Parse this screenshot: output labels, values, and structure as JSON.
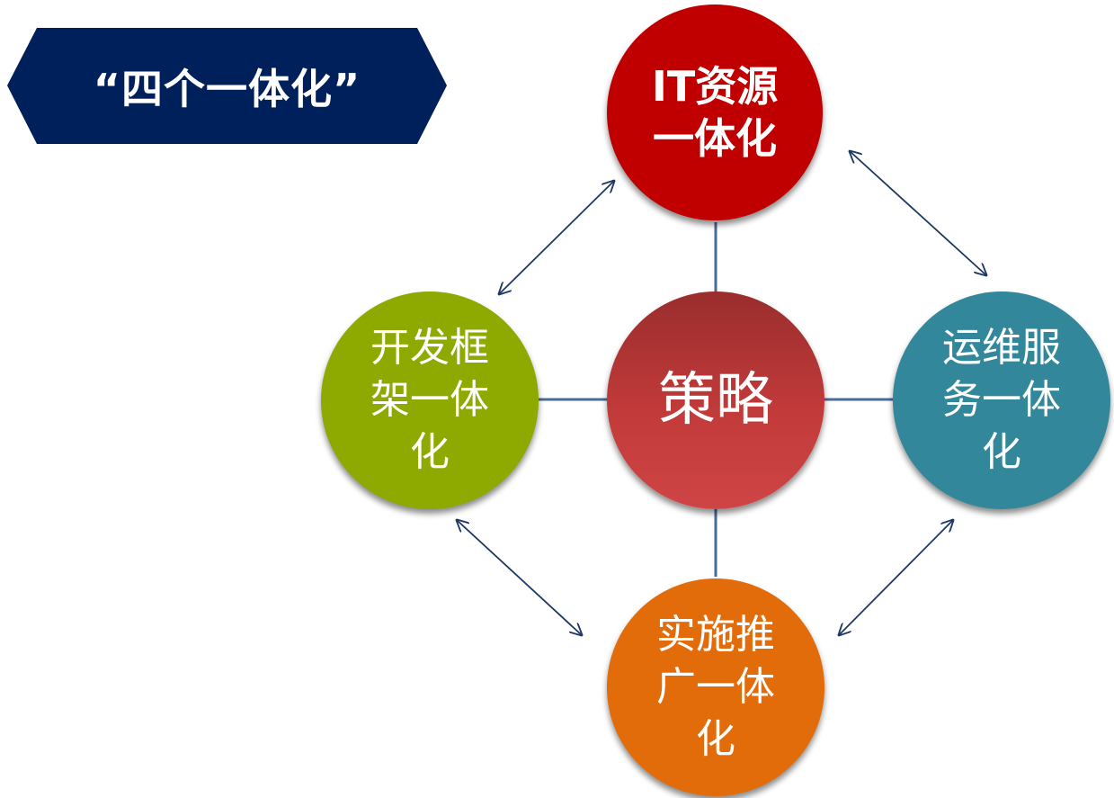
{
  "banner": {
    "title": "“四个一体化”",
    "color": "#00205b"
  },
  "nodes": {
    "it_resource": {
      "label": "IT资源\n一体化",
      "color": "#c00000"
    },
    "strategy": {
      "label": "策略",
      "color": "#c03a3a"
    },
    "dev_framework": {
      "label": "开发框\n架一体\n化",
      "color": "#8eaa00"
    },
    "ops_service": {
      "label": "运维服\n务一体\n化",
      "color": "#33879b"
    },
    "implementation": {
      "label": "实施推\n广一体\n化",
      "color": "#e26c0a"
    }
  },
  "connector_color": "#4a6a9a",
  "arrow_color": "#1f3864"
}
